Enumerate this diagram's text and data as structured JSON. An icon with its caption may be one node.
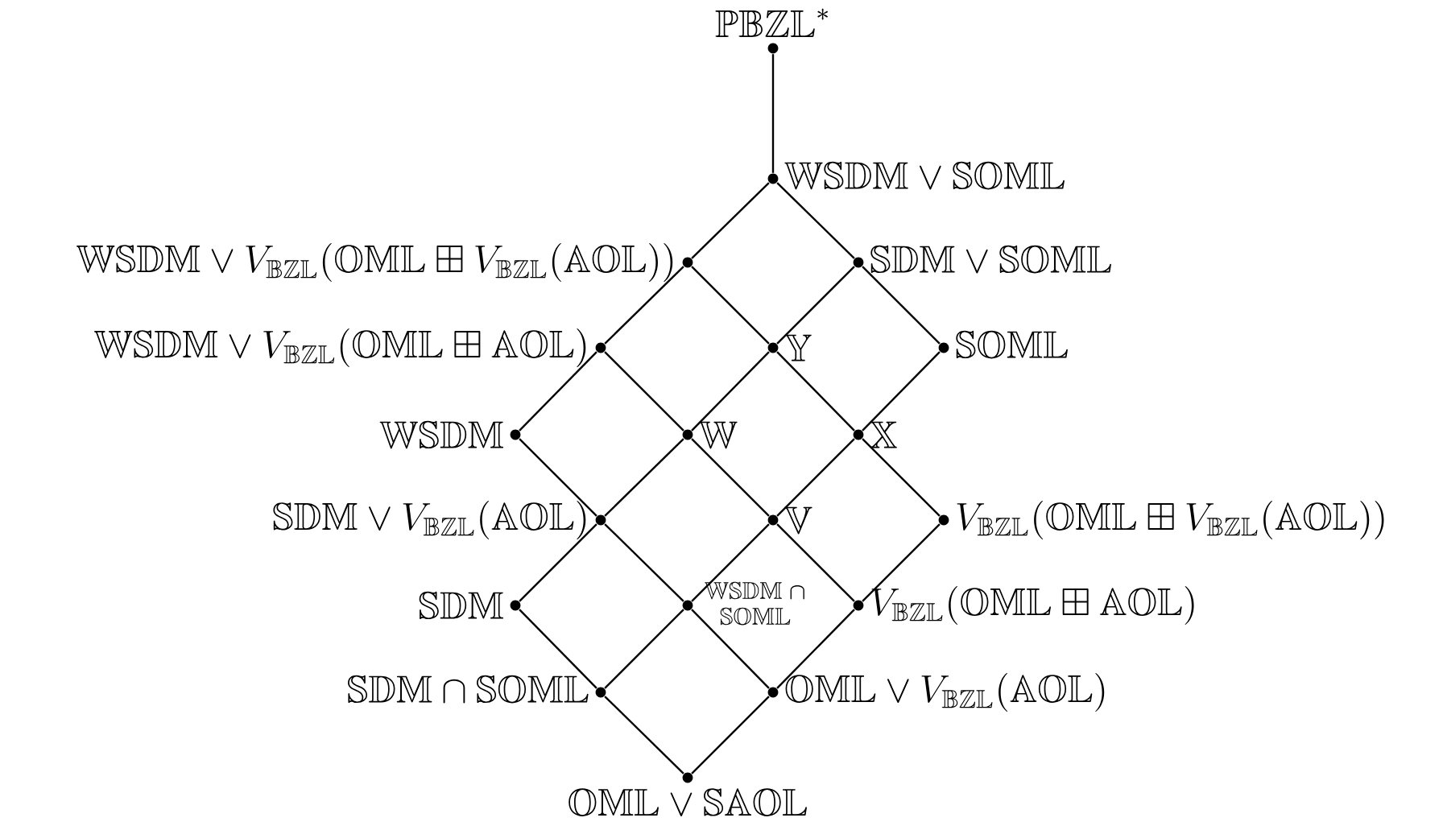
{
  "diagram": {
    "nodes": [
      {
        "text": [
          "\\mathbb{PBZL}^*"
        ]
      },
      {
        "text": [
          "\\mathbb{WSDM} \\vee \\mathbb{SOML}"
        ]
      },
      {
        "text": [
          "\\mathbb{WSDM} \\vee V_{\\mathbb{BZL}}(\\mathbb{OML} \\boxplus V_{\\mathbb{BZL}}(\\mathbb{AOL}))"
        ]
      },
      {
        "text": [
          "\\mathbb{SDM} \\vee \\mathbb{SOML}"
        ]
      },
      {
        "text": [
          "\\mathbb{WSDM} \\vee V_{\\mathbb{BZL}}(\\mathbb{OML} \\boxplus \\mathbb{AOL})"
        ]
      },
      {
        "text": [
          "\\mathbb{Y}"
        ]
      },
      {
        "text": [
          "\\mathbb{SOML}"
        ]
      },
      {
        "text": [
          "\\mathbb{WSDM}"
        ]
      },
      {
        "text": [
          "\\mathbb{W}"
        ]
      },
      {
        "text": [
          "\\mathbb{X}"
        ]
      },
      {
        "text": [
          "\\mathbb{SDM} \\vee V_{\\mathbb{BZL}}(\\mathbb{AOL})"
        ]
      },
      {
        "text": [
          "\\mathbb{V}"
        ]
      },
      {
        "text": [
          "V_{\\mathbb{BZL}}(\\mathbb{OML} \\boxplus V_{\\mathbb{BZL}}(\\mathbb{AOL}))"
        ]
      },
      {
        "text": [
          "\\mathbb{SDM}"
        ]
      },
      {
        "text": [
          "\\mathbb{WSDM} \\cap \\mathbb{SOML}"
        ]
      },
      {
        "text": [
          "V_{\\mathbb{BZL}}(\\mathbb{OML} \\boxplus \\mathbb{AOL})"
        ]
      },
      {
        "text": [
          "\\mathbb{SDM} \\cap \\mathbb{SOML}"
        ]
      },
      {
        "text": [
          "\\mathbb{OML} \\vee V_{\\mathbb{BZL}}(\\mathbb{AOL})"
        ]
      },
      {
        "text": [
          "\\mathbb{OML} \\vee \\mathbb{SAOL}"
        ]
      }
    ],
    "edges": [
      {
        "from": 0,
        "to": 1,
        "arrow": "none"
      },
      {
        "from": 1,
        "to": 2,
        "arrow": "none"
      },
      {
        "from": 1,
        "to": 3,
        "arrow": "none"
      },
      {
        "from": 2,
        "to": 4,
        "arrow": "none"
      },
      {
        "from": 2,
        "to": 5,
        "arrow": "none"
      },
      {
        "from": 3,
        "to": 5,
        "arrow": "none"
      },
      {
        "from": 3,
        "to": 6,
        "arrow": "none"
      },
      {
        "from": 4,
        "to": 7,
        "arrow": "none"
      },
      {
        "from": 4,
        "to": 8,
        "arrow": "none"
      },
      {
        "from": 5,
        "to": 8,
        "arrow": "none"
      },
      {
        "from": 5,
        "to": 9,
        "arrow": "none"
      },
      {
        "from": 6,
        "to": 9,
        "arrow": "none"
      },
      {
        "from": 7,
        "to": 10,
        "arrow": "none"
      },
      {
        "from": 8,
        "to": 10,
        "arrow": "none"
      },
      {
        "from": 8,
        "to": 11,
        "arrow": "none"
      },
      {
        "from": 9,
        "to": 11,
        "arrow": "none"
      },
      {
        "from": 9,
        "to": 12,
        "arrow": "none"
      },
      {
        "from": 10,
        "to": 13,
        "arrow": "none"
      },
      {
        "from": 10,
        "to": 14,
        "arrow": "none"
      },
      {
        "from": 11,
        "to": 14,
        "arrow": "none"
      },
      {
        "from": 11,
        "to": 15,
        "arrow": "none"
      },
      {
        "from": 12,
        "to": 15,
        "arrow": "none"
      },
      {
        "from": 13,
        "to": 16,
        "arrow": "none"
      },
      {
        "from": 14,
        "to": 16,
        "arrow": "none"
      },
      {
        "from": 14,
        "to": 17,
        "arrow": "none"
      },
      {
        "from": 15,
        "to": 17,
        "arrow": "none"
      },
      {
        "from": 16,
        "to": 18,
        "arrow": "none"
      },
      {
        "from": 17,
        "to": 18,
        "arrow": "none"
      }
    ]
  }
}
